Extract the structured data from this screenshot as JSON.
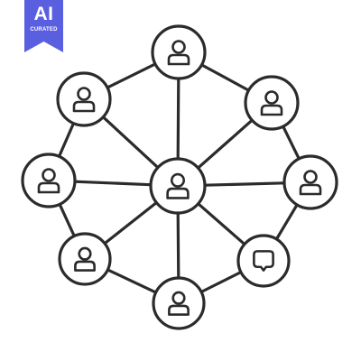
{
  "badge": {
    "title": "AI",
    "subtitle": "CURATED",
    "color": "#5a5fe0"
  },
  "diagram": {
    "stroke_color": "#2b2b2b",
    "nodes": [
      {
        "id": "center",
        "icon": "person-icon"
      },
      {
        "id": "top",
        "icon": "person-icon"
      },
      {
        "id": "top-right",
        "icon": "person-icon"
      },
      {
        "id": "right",
        "icon": "person-icon"
      },
      {
        "id": "bottom-right",
        "icon": "chat-bubble-icon"
      },
      {
        "id": "bottom",
        "icon": "person-icon"
      },
      {
        "id": "bottom-left",
        "icon": "person-icon"
      },
      {
        "id": "left",
        "icon": "person-icon"
      },
      {
        "id": "top-left",
        "icon": "person-icon"
      }
    ],
    "edges": [
      [
        "center",
        "top"
      ],
      [
        "center",
        "top-right"
      ],
      [
        "center",
        "right"
      ],
      [
        "center",
        "bottom-right"
      ],
      [
        "center",
        "bottom"
      ],
      [
        "center",
        "bottom-left"
      ],
      [
        "center",
        "left"
      ],
      [
        "center",
        "top-left"
      ],
      [
        "top",
        "top-right"
      ],
      [
        "top-right",
        "right"
      ],
      [
        "right",
        "bottom-right"
      ],
      [
        "bottom-right",
        "bottom"
      ],
      [
        "bottom",
        "bottom-left"
      ],
      [
        "bottom-left",
        "left"
      ],
      [
        "left",
        "top-left"
      ],
      [
        "top-left",
        "top"
      ]
    ]
  }
}
